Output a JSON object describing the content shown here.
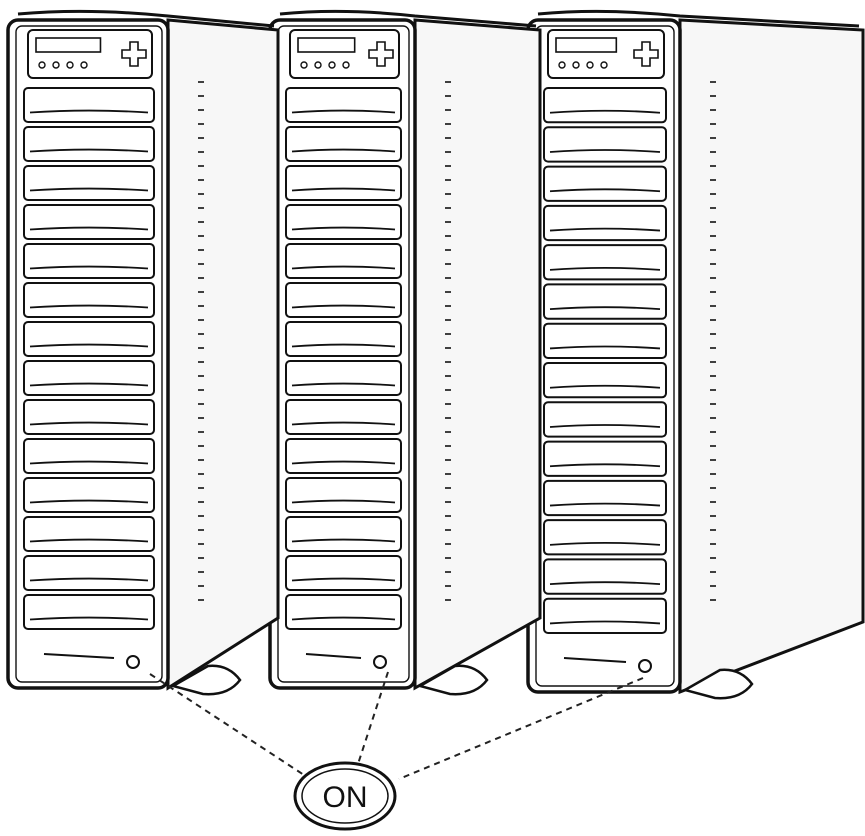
{
  "illustration": {
    "towers": [
      {
        "name": "tower-left",
        "tray_count": 14
      },
      {
        "name": "tower-middle",
        "tray_count": 14
      },
      {
        "name": "tower-right",
        "tray_count": 14
      }
    ],
    "callout": {
      "label": "ON",
      "icon": "power-button-icon"
    },
    "colors": {
      "line": "#111111",
      "face": "#ffffff",
      "side": "#f7f7f7",
      "dash": "#222222"
    }
  }
}
